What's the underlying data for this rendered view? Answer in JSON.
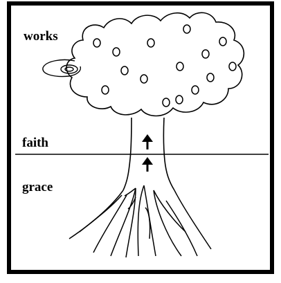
{
  "labels": {
    "works": "works",
    "faith": "faith",
    "grace": "grace"
  },
  "colors": {
    "ink": "#000000",
    "background": "#ffffff"
  }
}
